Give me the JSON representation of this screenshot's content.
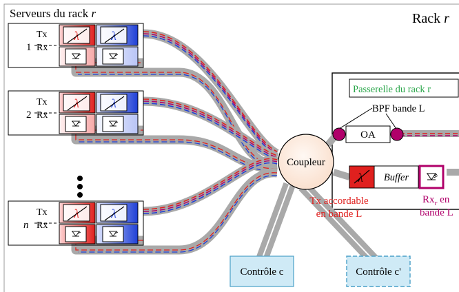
{
  "title_servers": "Serveurs du rack",
  "title_servers_var": "r",
  "rack_label": "Rack",
  "rack_label_var": "r",
  "rows": [
    {
      "index": "1",
      "tx": "Tx",
      "rx": "Rx"
    },
    {
      "index": "2",
      "tx": "Tx",
      "rx": "Rx"
    },
    {
      "index": "n",
      "tx": "Tx",
      "rx": "Rx"
    }
  ],
  "lambda_symbol": "λ",
  "coupler_label": "Coupleur",
  "gateway_label": "Passerelle du rack r",
  "bpf_label": "BPF bande L",
  "oa_label": "OA",
  "buffer_label": "Buffer",
  "tx_tunable_line1": "Tx accordable",
  "tx_tunable_line2": "en bande L",
  "rx_label_line1": "Rx",
  "rx_label_sub": "r",
  "rx_label_tail": " en",
  "rx_label_line2": "bande L",
  "control_c": "Contrôle c",
  "control_c_prime": "Contrôle c'",
  "colors": {
    "red": "#e0201e",
    "blue": "#1f3fd6",
    "magenta": "#b0006a",
    "green": "#2aa64a",
    "gray": "#a9a9a9",
    "coupler_fill": "#fdeee4",
    "control_fill": "#cfeaf6",
    "control_border": "#4aa0c8"
  }
}
